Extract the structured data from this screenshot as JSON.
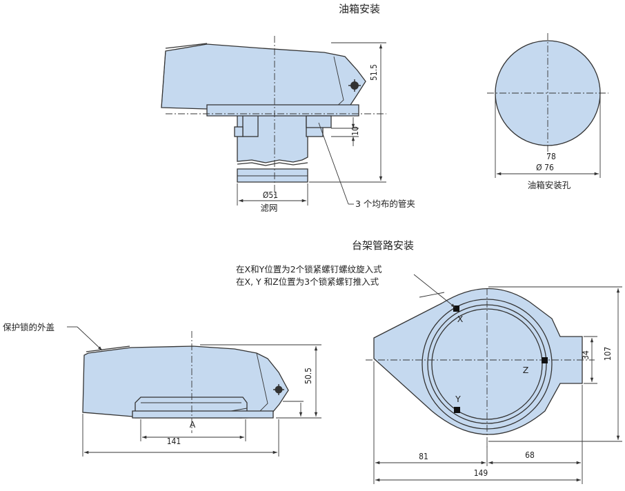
{
  "diagram": {
    "fuel_tank_title": "油箱安装",
    "rack_title": "台架管路安装",
    "labels": {
      "filter": "滤网",
      "clamps": "3 个均布的管夹",
      "tank_hole": "油箱安装孔",
      "protect_cover": "保护锁的外盖",
      "screw_note_line1": "在X和Y位置为2个锁紧螺钉螺纹旋入式",
      "screw_note_line2": "在X, Y 和Z位置为3个锁紧螺钉推入式",
      "point_x": "X",
      "point_y": "Y",
      "point_z": "Z",
      "point_a": "A"
    },
    "dimensions": {
      "tank_height": "51.5",
      "flange_thk": "10",
      "filter_dia": "Ø51",
      "hole_78": "78",
      "hole_76": "Ø 76",
      "rack_height": "50.5",
      "rack_len": "141",
      "d81": "81",
      "d68": "68",
      "d149": "149",
      "d34": "34",
      "d107": "107"
    },
    "colors": {
      "fill": "#c5d9ef",
      "line": "#333333"
    }
  }
}
